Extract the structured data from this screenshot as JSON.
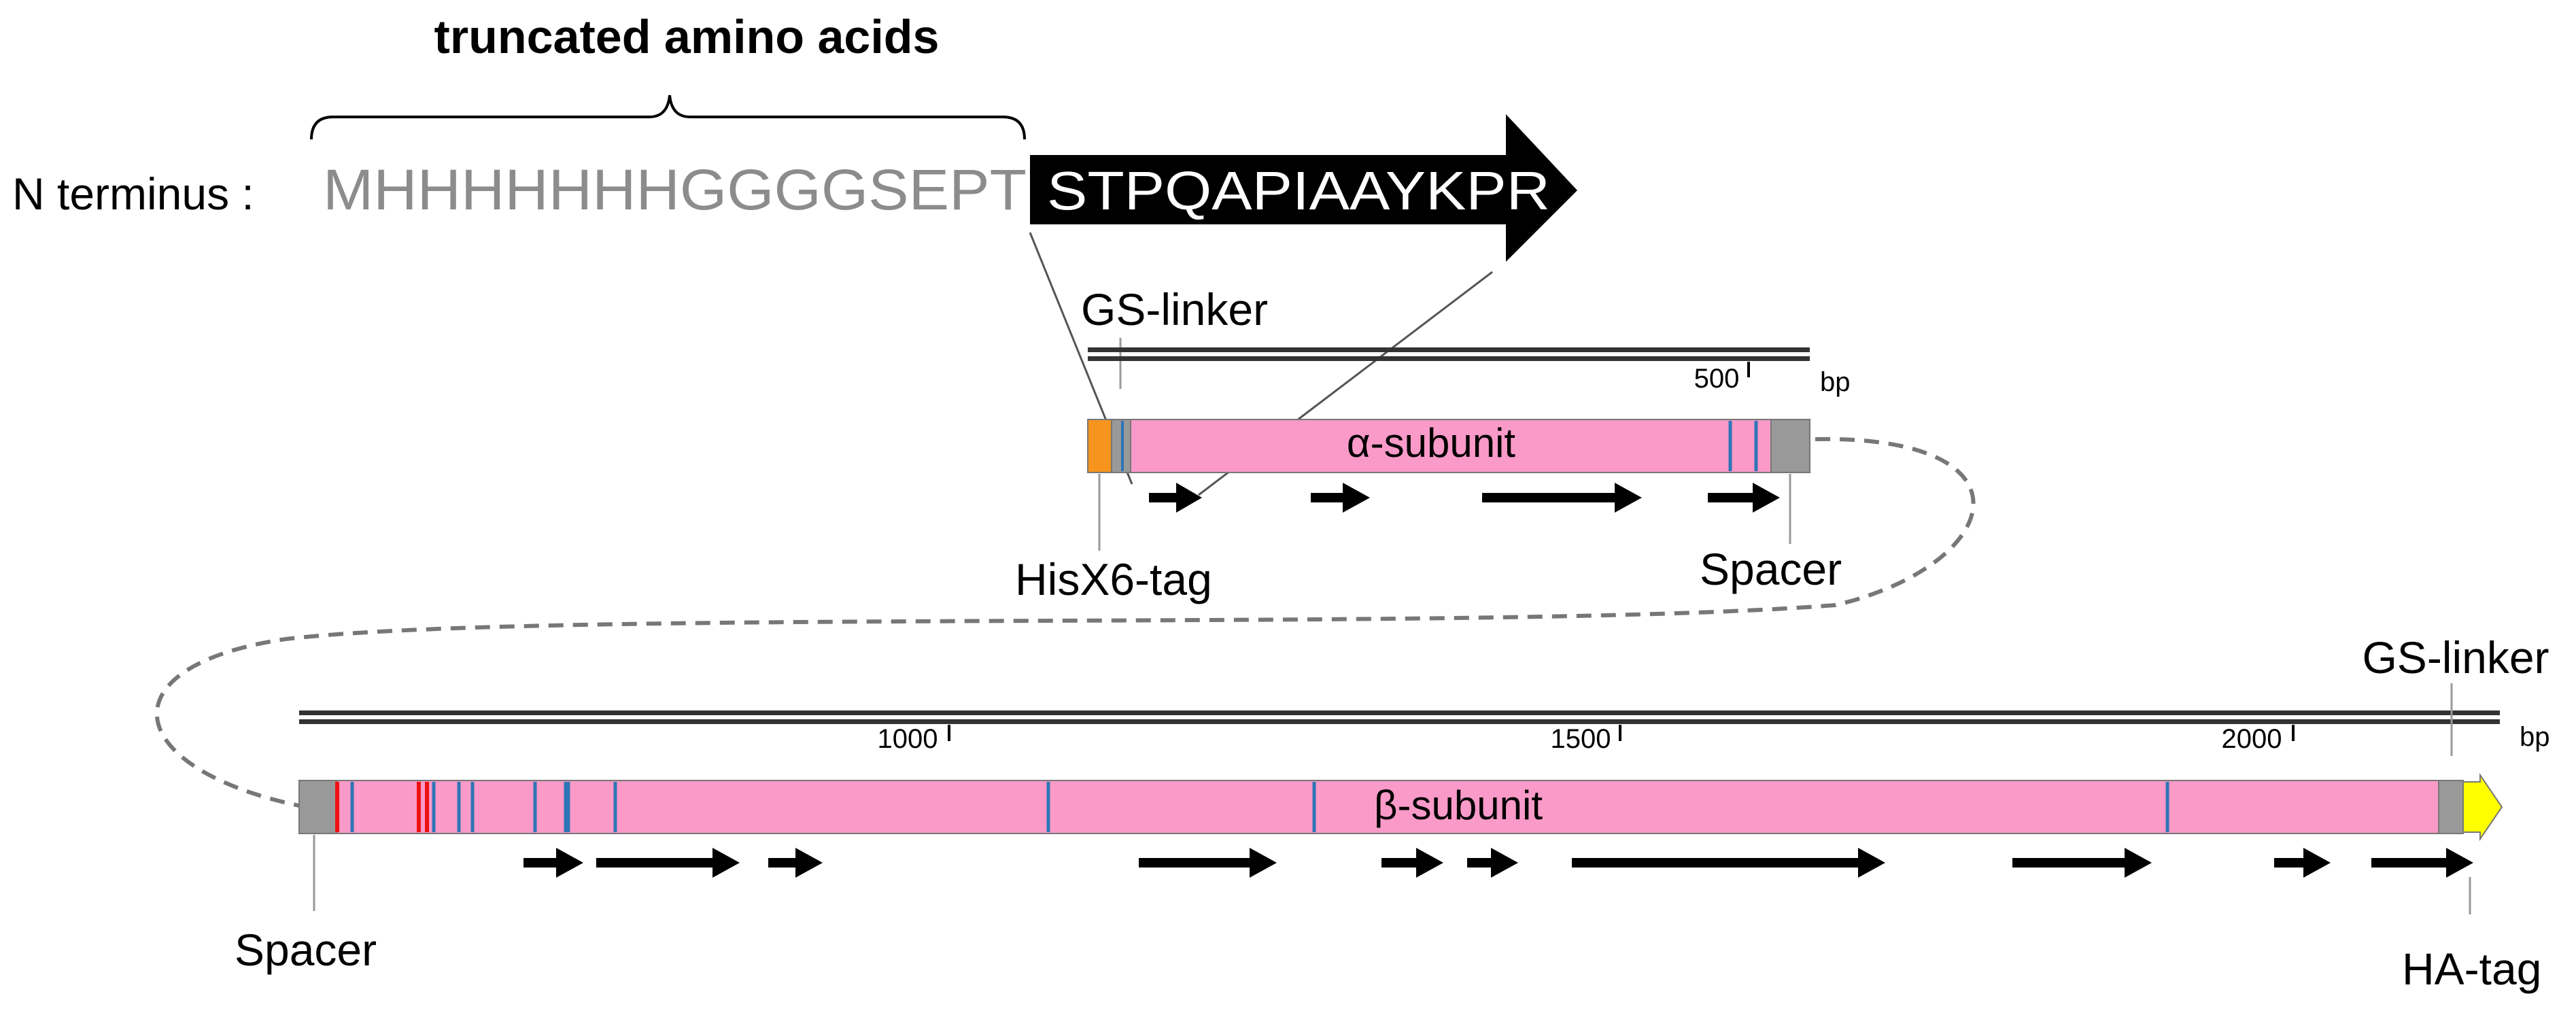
{
  "header": {
    "label": "truncated amino acids"
  },
  "sequence": {
    "prefix_label": "N terminus :",
    "truncated": "MHHHHHHHGGGGSEPT",
    "retained": "STPQAPIAAYKPR"
  },
  "alpha": {
    "name": "α-subunit",
    "tick_label": "500",
    "unit": "bp",
    "gs_linker_label": "GS-linker",
    "his_tag_label": "HisX6-tag",
    "spacer_label": "Spacer"
  },
  "beta": {
    "name": "β-subunit",
    "tick_labels": [
      "1000",
      "1500",
      "2000"
    ],
    "unit": "bp",
    "gs_linker_label": "GS-linker",
    "spacer_label": "Spacer",
    "ha_tag_label": "HA-tag"
  },
  "colors": {
    "subunit": "#f99ac8",
    "spacer": "#999999",
    "his_tag": "#f7941d",
    "ha_tag": "#ffff00",
    "blue_marks": "#2e75b6",
    "red_marks": "#ee1111",
    "truncated_text": "#8c8c8c"
  }
}
